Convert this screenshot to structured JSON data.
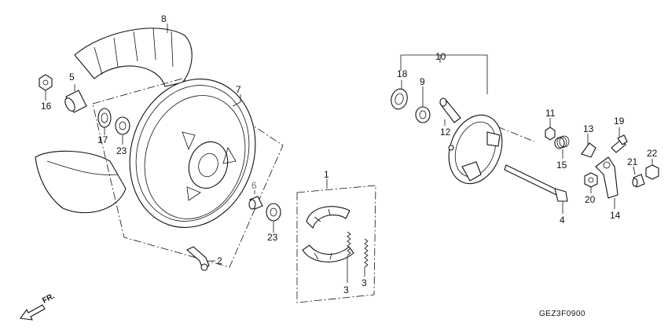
{
  "labels": {
    "l1": "1",
    "l2": "2",
    "l3a": "3",
    "l3b": "3",
    "l4": "4",
    "l5": "5",
    "l6": "6",
    "l7": "7",
    "l8": "8",
    "l9": "9",
    "l10": "10",
    "l11": "11",
    "l12": "12",
    "l13": "13",
    "l14": "14",
    "l15": "15",
    "l16": "16",
    "l17": "17",
    "l18": "18",
    "l19": "19",
    "l20": "20",
    "l21": "21",
    "l22": "22",
    "l23a": "23",
    "l23b": "23"
  },
  "diagram_code": "GEZ3F0900",
  "direction_label": "FR."
}
